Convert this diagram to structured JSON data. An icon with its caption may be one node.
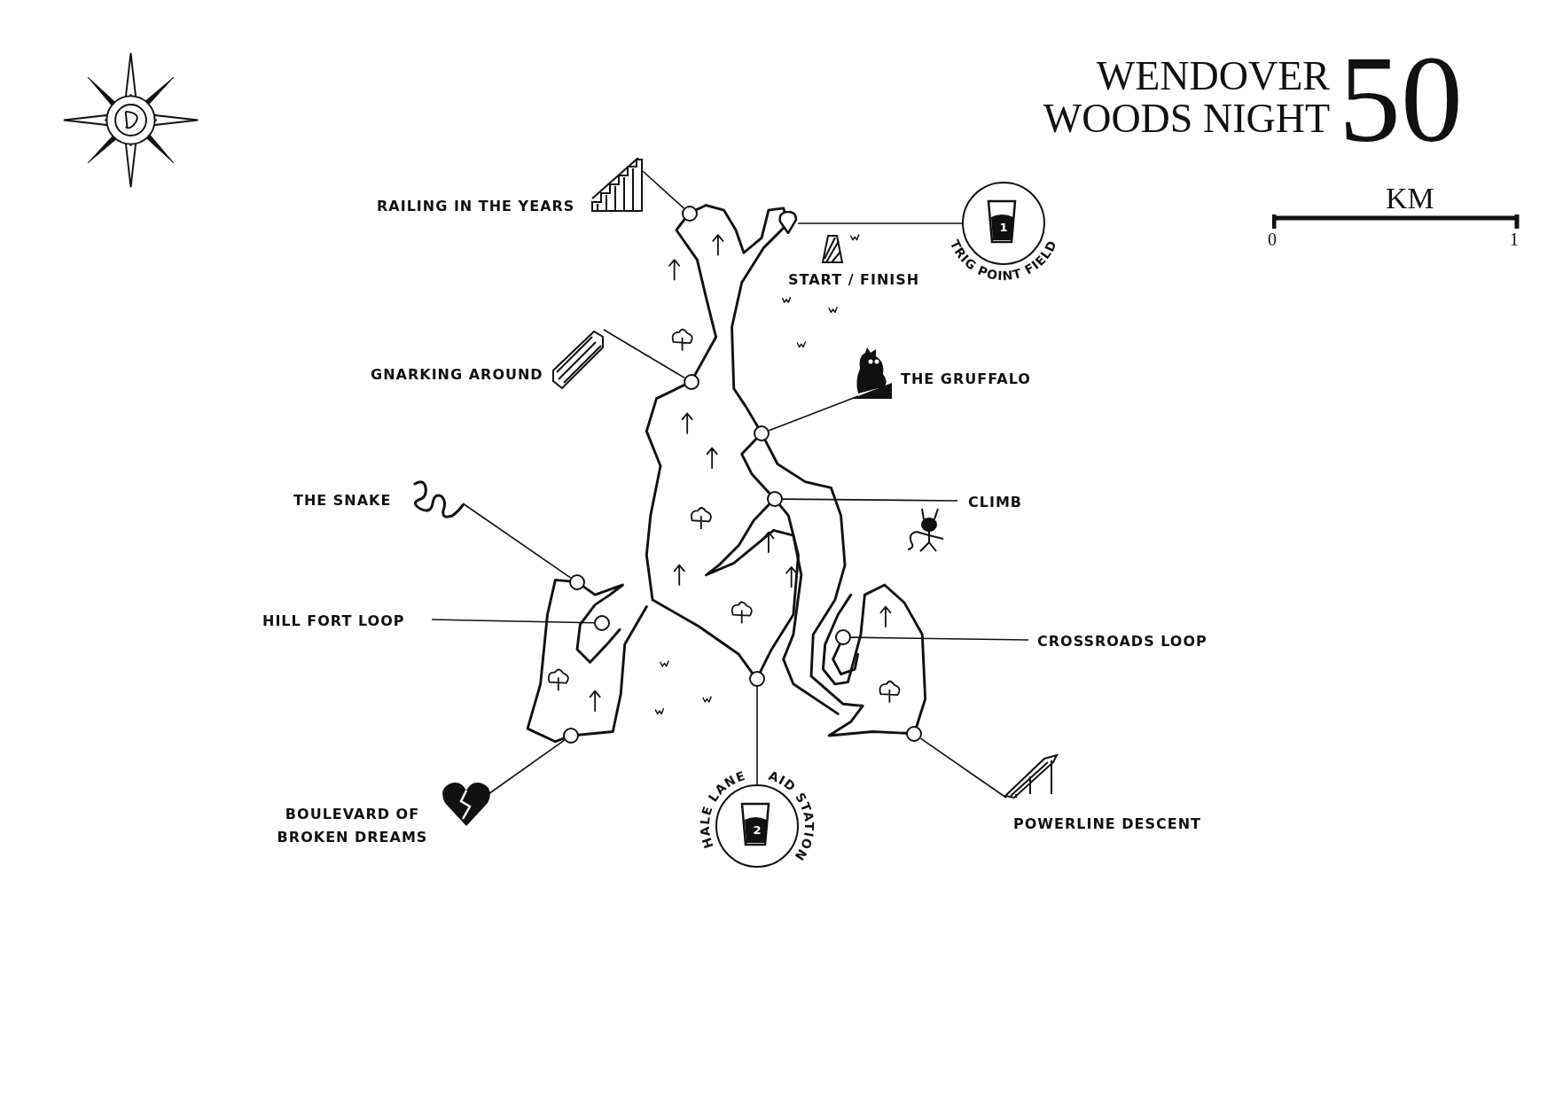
{
  "diagram": {
    "title": "WENDOVER WOODS NIGHT",
    "nodes": [
      {
        "text": [
          "RAILING IN THE YEARS"
        ]
      },
      {
        "text": [],
        "shape": "circle"
      },
      {
        "text": [],
        "shape": "pin"
      },
      {
        "text": [
          "1",
          "TRIG POINT FIELD"
        ]
      },
      {
        "text": [
          "GNARKING AROUND"
        ]
      },
      {
        "text": [],
        "shape": "circle"
      },
      {
        "text": [
          "THE GRUFFALO"
        ]
      },
      {
        "text": [],
        "shape": "circle"
      },
      {
        "text": [
          "CLIMB"
        ]
      },
      {
        "text": [],
        "shape": "circle"
      },
      {
        "text": [
          "THE SNAKE"
        ]
      },
      {
        "text": [],
        "shape": "circle"
      },
      {
        "text": [
          "HILL FORT LOOP"
        ]
      },
      {
        "text": [],
        "shape": "circle"
      },
      {
        "text": [
          "CROSSROADS LOOP"
        ]
      },
      {
        "text": [],
        "shape": "circle"
      },
      {
        "text": [
          "BOULEVARD OF BROKEN DREAMS"
        ]
      },
      {
        "text": [],
        "shape": "circle"
      },
      {
        "text": [
          "2",
          "HALE LANE AID STATION"
        ]
      },
      {
        "text": [],
        "shape": "circle"
      },
      {
        "text": [
          "POWERLINE DESCENT"
        ]
      },
      {
        "text": [],
        "shape": "circle"
      }
    ],
    "edges": [
      {
        "from": 0,
        "to": 1,
        "arrow": "none"
      },
      {
        "from": 2,
        "to": 3,
        "arrow": "none"
      },
      {
        "from": 4,
        "to": 5,
        "arrow": "none"
      },
      {
        "from": 6,
        "to": 7,
        "arrow": "none"
      },
      {
        "from": 8,
        "to": 9,
        "arrow": "none"
      },
      {
        "from": 10,
        "to": 11,
        "arrow": "none"
      },
      {
        "from": 12,
        "to": 13,
        "arrow": "none"
      },
      {
        "from": 14,
        "to": 15,
        "arrow": "none"
      },
      {
        "from": 16,
        "to": 17,
        "arrow": "none"
      },
      {
        "from": 18,
        "to": 19,
        "arrow": "none"
      },
      {
        "from": 20,
        "to": 21,
        "arrow": "none"
      }
    ],
    "labels": [
      "50",
      "START / FINISH",
      "KM",
      "0",
      "1"
    ]
  }
}
